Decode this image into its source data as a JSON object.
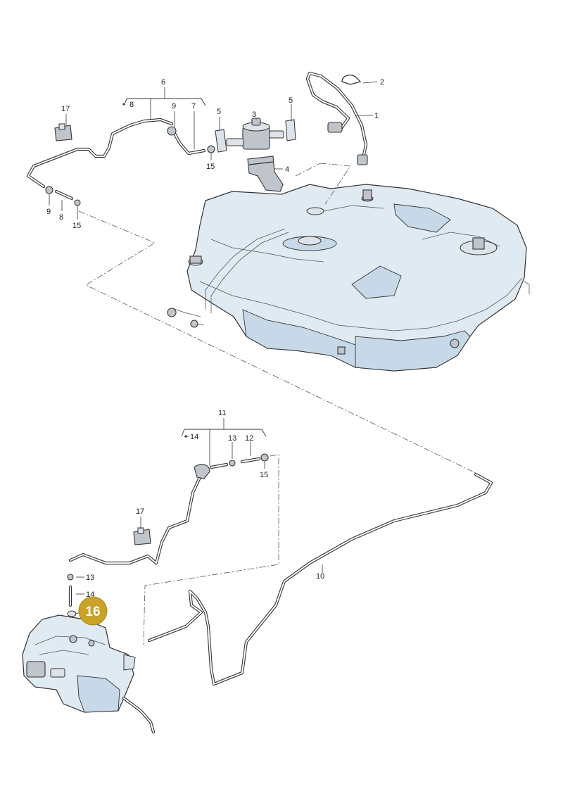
{
  "diagram": {
    "part_labels": {
      "p1": "1",
      "p2": "2",
      "p3": "3",
      "p4": "4",
      "p5a": "5",
      "p5b": "5",
      "p6": "6",
      "p7": "7",
      "p8a": "8",
      "p8b": "8",
      "p9a": "9",
      "p9b": "9",
      "p10": "10",
      "p11": "11",
      "p12": "12",
      "p13a": "13",
      "p13b": "13",
      "p14a": "14",
      "p14b": "14",
      "p15a": "15",
      "p15b": "15",
      "p15c": "15",
      "p17a": "17",
      "p17b": "17"
    },
    "highlight": {
      "label": "16",
      "color": "#c9a227",
      "text_color": "#ffffff"
    },
    "colors": {
      "tank_fill": "#dfeaf3",
      "tank_shade": "#c7d9e8",
      "line": "#333333"
    }
  }
}
